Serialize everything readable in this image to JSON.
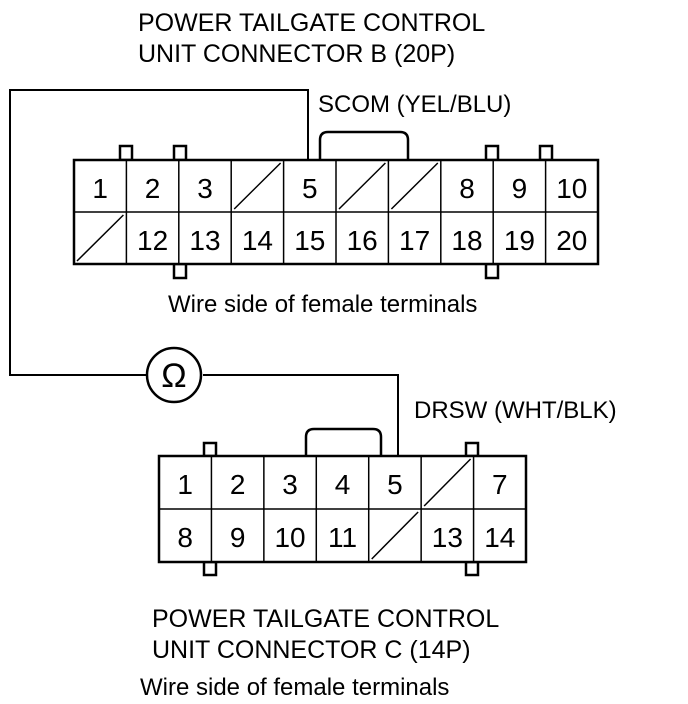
{
  "connector_b": {
    "title_line1": "POWER TAILGATE CONTROL",
    "title_line2": "UNIT CONNECTOR B (20P)",
    "wire_label": "SCOM (YEL/BLU)",
    "note": "Wire side of female terminals",
    "columns": 10,
    "rows": [
      [
        "1",
        "2",
        "3",
        "",
        "5",
        "",
        "",
        "8",
        "9",
        "10"
      ],
      [
        "",
        "12",
        "13",
        "14",
        "15",
        "16",
        "17",
        "18",
        "19",
        "20"
      ]
    ]
  },
  "ohmmeter": {
    "symbol": "Ω"
  },
  "connector_c": {
    "title_line1": "POWER TAILGATE CONTROL",
    "title_line2": "UNIT CONNECTOR C (14P)",
    "wire_label": "DRSW (WHT/BLK)",
    "note": "Wire side of female terminals",
    "columns": 7,
    "rows": [
      [
        "1",
        "2",
        "3",
        "4",
        "5",
        "",
        "7"
      ],
      [
        "8",
        "9",
        "10",
        "11",
        "",
        "13",
        "14"
      ]
    ]
  }
}
